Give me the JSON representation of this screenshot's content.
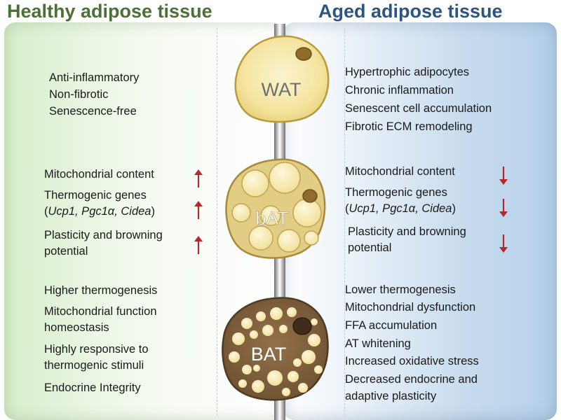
{
  "headings": {
    "left": "Healthy adipose tissue",
    "right": "Aged adipose tissue"
  },
  "cells": {
    "wat": "WAT",
    "bat_beige": "bAT",
    "bat": "BAT"
  },
  "healthy": {
    "wat_traits": [
      "Anti-inflammatory",
      "Non-fibrotic",
      "Senescence-free"
    ],
    "bat_beige_traits": {
      "mito": "Mitochondrial content",
      "thermo_line1": "Thermogenic genes",
      "thermo_open": "(",
      "thermo_genes": "Ucp1, Pgc1α, Cidea",
      "thermo_close": ")",
      "plasticity_line1": "Plasticity and browning",
      "plasticity_line2": "potential"
    },
    "bat_traits": {
      "t1": "Higher thermogenesis",
      "t2a": "Mitochondrial function",
      "t2b": "homeostasis",
      "t3a": "Highly responsive to",
      "t3b": "thermogenic stimuli",
      "t4": "Endocrine Integrity"
    }
  },
  "aged": {
    "wat_traits": [
      "Hypertrophic adipocytes",
      "Chronic inflammation",
      "Senescent cell accumulation",
      "Fibrotic ECM remodeling"
    ],
    "bat_beige_traits": {
      "mito": "Mitochondrial content",
      "thermo_line1": "Thermogenic genes",
      "thermo_open": "(",
      "thermo_genes": "Ucp1, Pgc1α, Cidea",
      "thermo_close": ")",
      "plasticity_line1": "Plasticity and browning",
      "plasticity_line2": "potential"
    },
    "bat_traits": [
      "Lower thermogenesis",
      "Mitochondrial dysfunction",
      "FFA accumulation",
      "AT whitening",
      "Increased oxidative stress",
      "Decreased endocrine and",
      "adaptive plasticity"
    ]
  },
  "colors": {
    "healthy_heading": "#4d7036",
    "aged_heading": "#2c5580",
    "arrow": "#b3282d"
  }
}
